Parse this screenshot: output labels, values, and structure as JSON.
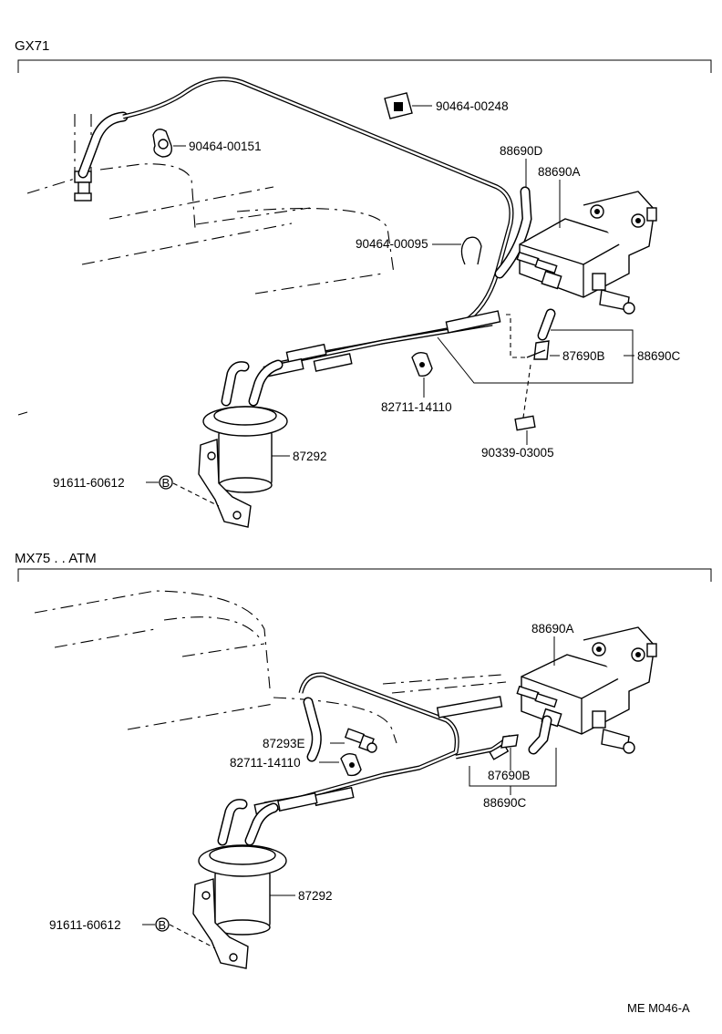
{
  "sections": [
    {
      "title": "GX71",
      "labels": {
        "clip_a": "90464-00248",
        "clip_b": "90464-00151",
        "hose_d": "88690D",
        "vsv_a": "88690A",
        "clip_c": "90464-00095",
        "hose_b": "87690B",
        "hose_c": "88690C",
        "clamp": "82711-14110",
        "plug": "90339-03005",
        "filter": "87292",
        "bolt": "91611-60612",
        "bolt_mark": "B"
      }
    },
    {
      "title": "MX75 . . ATM",
      "labels": {
        "vsv_a": "88690A",
        "valve": "87293E",
        "clamp": "82711-14110",
        "hose_b": "87690B",
        "hose_c": "88690C",
        "filter": "87292",
        "bolt": "91611-60612",
        "bolt_mark": "B"
      }
    }
  ],
  "footer_code": "ME M046-A"
}
